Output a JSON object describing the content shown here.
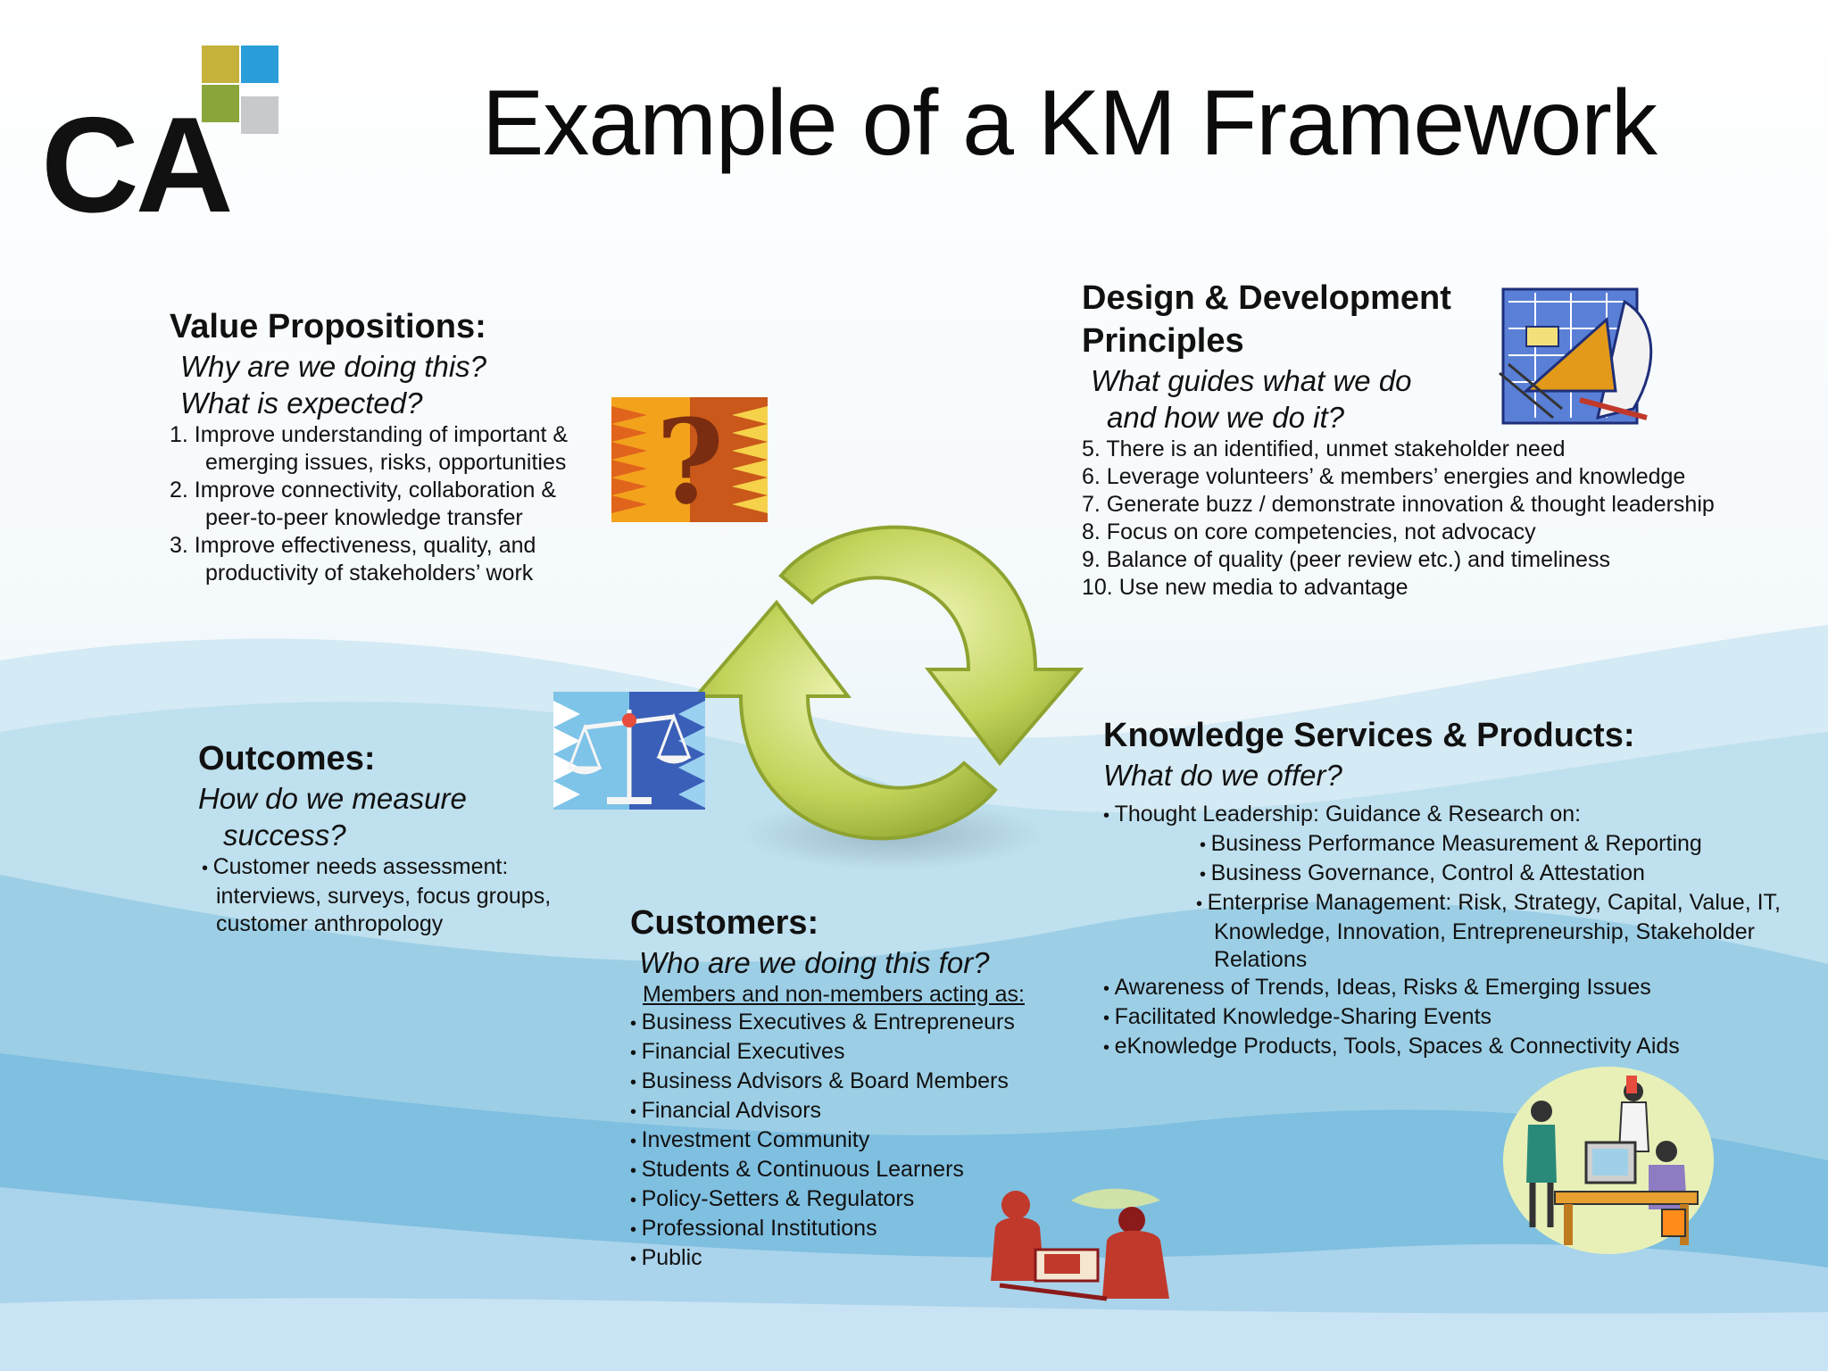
{
  "page": {
    "title": "Example of a KM Framework",
    "logo_text": "CA"
  },
  "colors": {
    "logo_yellow": "#c4b23a",
    "logo_blue": "#2a9ed8",
    "logo_gray": "#c7c9cc",
    "logo_green": "#8aa63a",
    "wave_light": "#d3e9f3",
    "wave_mid": "#8ec7e3",
    "wave_dark": "#5aa8d6",
    "cycle_arrow": "#b7c94a"
  },
  "value_propositions": {
    "title": "Value Propositions:",
    "q1": "Why are we doing this?",
    "q2": "What is expected?",
    "items": [
      "1. Improve understanding of important & emerging issues, risks, opportunities",
      "2. Improve connectivity, collaboration & peer-to-peer knowledge transfer",
      "3. Improve effectiveness, quality, and productivity of stakeholders’ work"
    ]
  },
  "design_principles": {
    "title_line1": "Design & Development",
    "title_line2": "Principles",
    "q1": "What guides what we do",
    "q2": "and how we do it?",
    "items": [
      "5. There is an identified, unmet stakeholder need",
      "6. Leverage volunteers’ & members’ energies and knowledge",
      "7. Generate buzz / demonstrate innovation & thought leadership",
      "8. Focus on core competencies, not advocacy",
      "9. Balance of quality (peer review etc.) and timeliness",
      "10. Use new media to advantage"
    ]
  },
  "outcomes": {
    "title": "Outcomes:",
    "q1": "How do we measure",
    "q2": "success?",
    "items": [
      "Customer needs assessment: interviews, surveys, focus groups, customer anthropology"
    ]
  },
  "knowledge_services": {
    "title": "Knowledge Services & Products:",
    "q": "What do we offer?",
    "lead": "Thought Leadership: Guidance & Research on:",
    "sub_items": [
      "Business Performance Measurement & Reporting",
      "Business Governance, Control & Attestation",
      "Enterprise Management: Risk, Strategy, Capital, Value, IT, Knowledge, Innovation, Entrepreneurship, Stakeholder Relations"
    ],
    "items": [
      "Awareness of Trends, Ideas, Risks & Emerging Issues",
      "Facilitated Knowledge-Sharing Events",
      "eKnowledge Products, Tools, Spaces & Connectivity Aids"
    ]
  },
  "customers": {
    "title": "Customers:",
    "q": "Who are we doing this for?",
    "intro": "Members and non-members acting as:",
    "items": [
      "Business Executives & Entrepreneurs",
      "Financial Executives",
      "Business Advisors & Board Members",
      "Financial Advisors",
      "Investment Community",
      "Students & Continuous Learners",
      "Policy-Setters & Regulators",
      "Professional Institutions",
      "Public"
    ]
  }
}
